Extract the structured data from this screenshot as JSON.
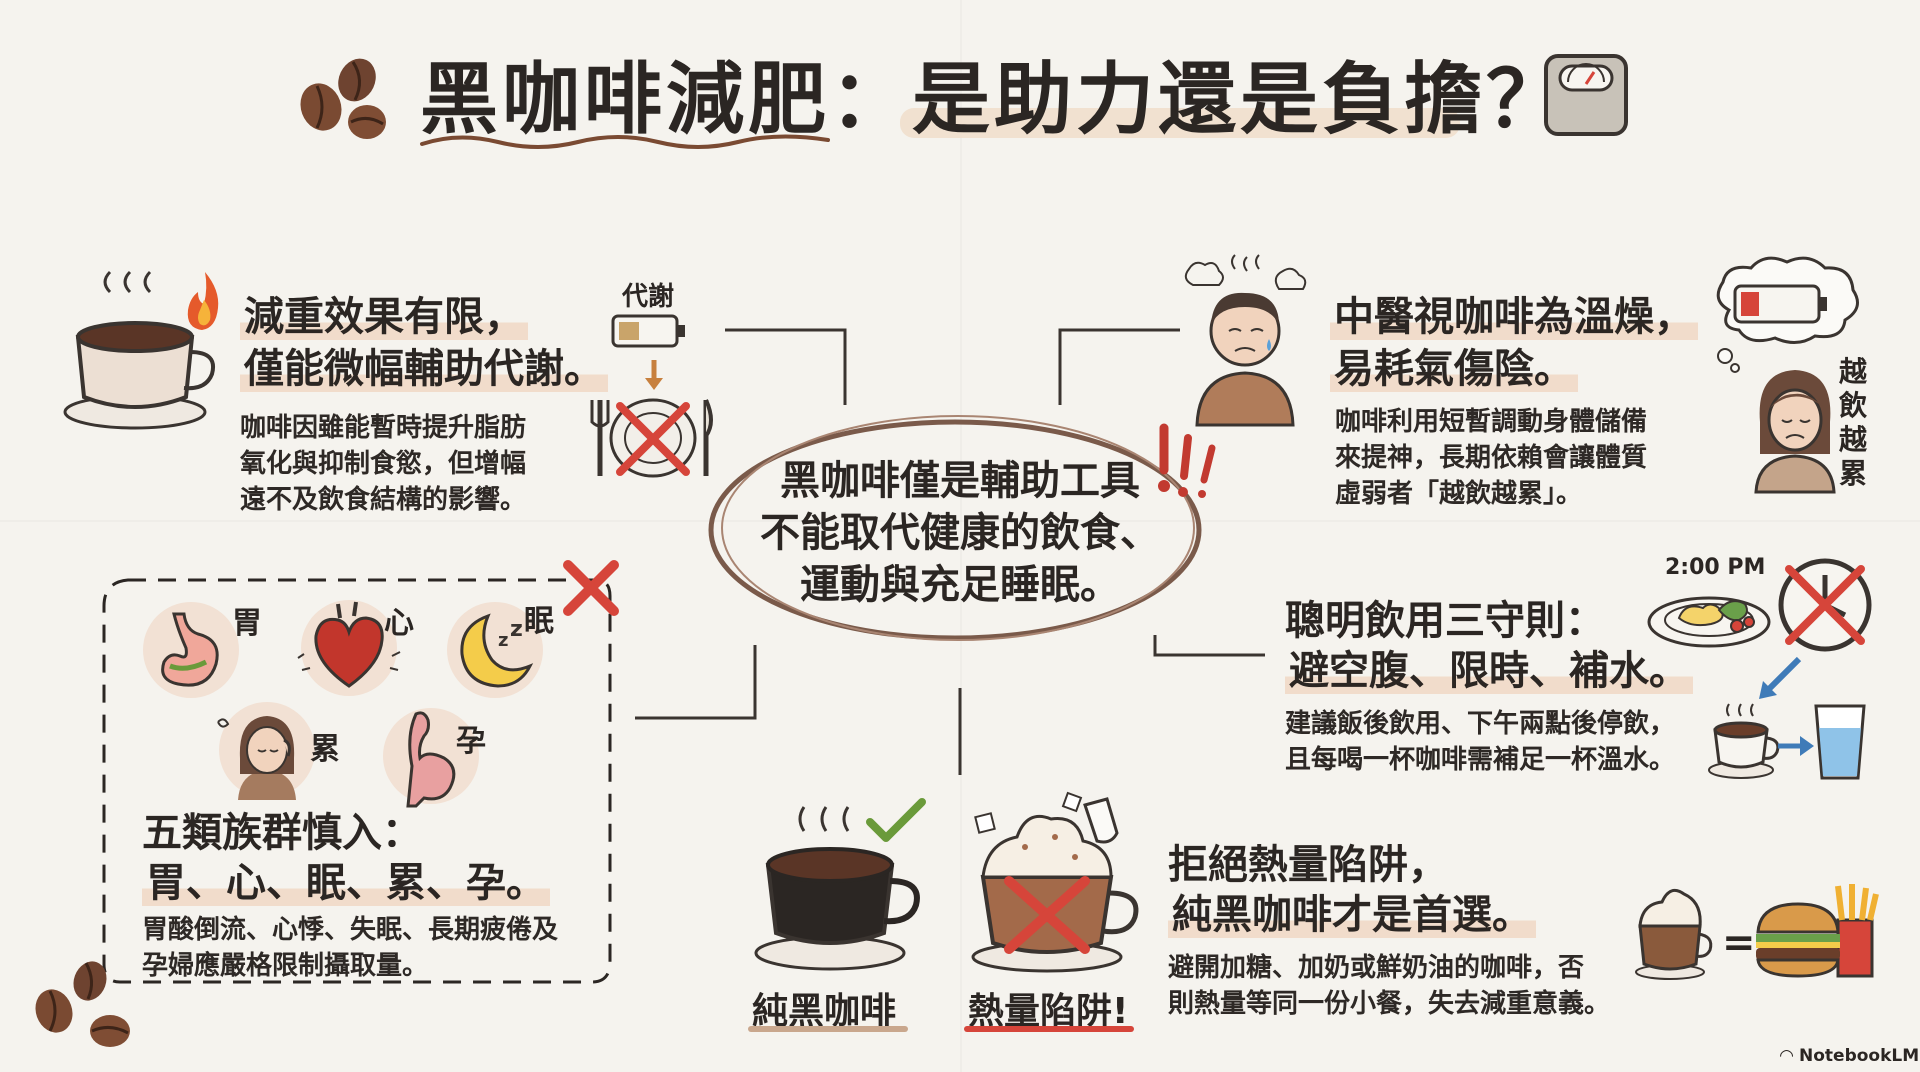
{
  "title": "黑咖啡減肥：是助力還是負擔？",
  "center": {
    "lines": [
      "黑咖啡僅是輔助工具",
      "不能取代健康的飲食、",
      "運動與充足睡眠。"
    ]
  },
  "weight_loss": {
    "heading_line1": "減重效果有限，",
    "heading_line2": "僅能微幅輔助代謝。",
    "body_lines": [
      "咖啡因雖能暫時提升脂肪",
      "氧化與抑制食慾，但增幅",
      "遠不及飲食結構的影響。"
    ],
    "metabolism_label": "代謝"
  },
  "tcm": {
    "heading_line1": "中醫視咖啡為溫燥，",
    "heading_line2": "易耗氣傷陰。",
    "body_lines": [
      "咖啡利用短暫調動身體儲備",
      "來提神，長期依賴會讓體質",
      "虛弱者「越飲越累」。"
    ],
    "vertical_label": [
      "越",
      "飲",
      "越",
      "累"
    ]
  },
  "caution": {
    "labels": [
      "胃",
      "心",
      "眠",
      "累",
      "孕"
    ],
    "heading_line1": "五類族群慎入：",
    "heading_line2": "胃、心、眠、累、孕。",
    "body_lines": [
      "胃酸倒流、心悸、失眠、長期疲倦及",
      "孕婦應嚴格限制攝取量。"
    ]
  },
  "rules": {
    "time_label": "2:00 PM",
    "heading_line1": "聰明飲用三守則：",
    "heading_line2": "避空腹、限時、補水。",
    "body_lines": [
      "建議飯後飲用、下午兩點後停飲，",
      "且每喝一杯咖啡需補足一杯溫水。"
    ]
  },
  "coffee": {
    "pure_label": "純黑咖啡",
    "trap_label": "熱量陷阱!"
  },
  "calorie": {
    "heading_line1": "拒絕熱量陷阱，",
    "heading_line2": "純黑咖啡才是首選。",
    "body_lines": [
      "避開加糖、加奶或鮮奶油的咖啡，否",
      "則熱量等同一份小餐，失去減重意義。"
    ],
    "equals": "="
  },
  "footer": {
    "brand": "NotebookLM"
  },
  "icons": {
    "coffee_beans": "coffee-beans-icon",
    "scale": "scale-icon",
    "steaming_cup": "coffee-cup-icon",
    "flame": "flame-icon",
    "battery": "battery-icon",
    "no_eating": "no-eating-icon",
    "tired_man": "tired-man-icon",
    "thought_battery": "low-battery-thought-icon",
    "sad_woman": "sad-woman-icon",
    "stomach": "stomach-icon",
    "heart": "heart-icon",
    "moon": "moon-icon",
    "tired_woman": "tired-woman-icon",
    "pregnant": "pregnant-icon",
    "clock": "clock-icon",
    "meal": "meal-icon",
    "water": "water-glass-icon",
    "burger": "burger-fries-icon"
  },
  "colors": {
    "background": "#f5f3ee",
    "text": "#2b2623",
    "highlight": "#f1dccb",
    "red_cross": "#d6453a",
    "check_green": "#6a9a3a",
    "coffee_brown": "#8a5a3c"
  }
}
